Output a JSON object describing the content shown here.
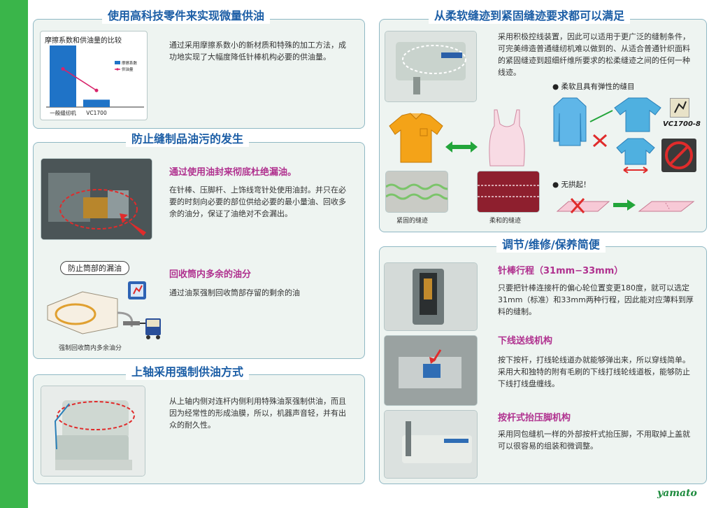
{
  "s1": {
    "title": "使用高科技零件来实现微量供油",
    "chart_title": "摩擦系数和供油量的比较",
    "body": "通过采用摩擦系数小的新材质和特殊的加工方法，成功地实现了大幅度降低针棒机构必要的供油量。"
  },
  "chart_data": {
    "type": "bar",
    "title": "摩擦系数和供油量的比较",
    "categories": [
      "一般缝纫机",
      "VC1700"
    ],
    "series": [
      {
        "name": "摩擦系数",
        "values": [
          1.0,
          0.12
        ]
      },
      {
        "name": "供油量",
        "values": [
          0.62,
          0.27
        ]
      }
    ]
  },
  "s2": {
    "title": "防止缝制品油污的发生",
    "sub1": "通过使用油封来彻底杜绝漏油。",
    "body1": "在针棒、压脚杆、上饰线弯针处使用油封。并只在必要的时刻向必要的部位供给必要的最小量油、回收多余的油分，保证了油绝对不会漏出。",
    "label_box": "防止筒部的漏油",
    "sub2": "回收筒内多余的油分",
    "body2": "通过油泵强制回收筒部存留的剩余的油",
    "caption": "强制回收筒内多余油分"
  },
  "s3": {
    "title": "上轴采用强制供油方式",
    "body": "从上轴内侧对连杆内侧利用特殊油泵强制供油，而且因为经常性的形成油膜，所以，机器声音轻，并有出众的耐久性。"
  },
  "s4": {
    "title": "从柔软缝迹到紧固缝迹要求都可以满足",
    "body": "采用积极控线装置，因此可以适用于更广泛的缝制条件，可完美缔造普通缝纫机难以做到的、从适合普通针织面料的紧固缝迹到超细纤维所要求的松柔缝迹之间的任何一种线迹。",
    "bullet1": "● 柔软且具有弹性的缝目",
    "bullet2": "● 无拱起！",
    "cap1": "紧固的缝迹",
    "cap2": "柔和的缝迹",
    "model": "VC1700-8"
  },
  "s5": {
    "title": "调节/维修/保养简便",
    "sub1": "针棒行程（31mm−33mm）",
    "body1": "只要把针棒连接杆的偏心轮位置变更180度，就可以选定31mm（标准）和33mm两种行程，因此能对应薄料到厚料的缝制。",
    "sub2": "下线送线机构",
    "body2": "按下按杆，打线轮线道办就能够弹出来，所以穿线简单。采用大和独特的附有毛刷的下线打线轮线道板，能够防止下线打线盘缠线。",
    "sub3": "按杆式抬压脚机构",
    "body3": "采用同包缝机一样的外部按杆式抬压脚，不用取掉上盖就可以很容易的组装和微调整。"
  },
  "brand": "yamato"
}
